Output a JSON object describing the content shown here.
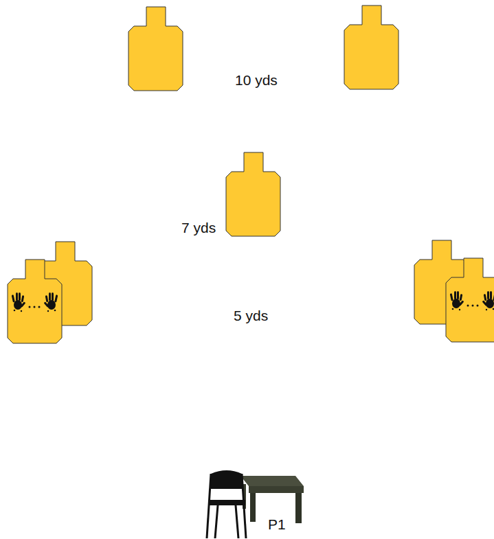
{
  "diagram": {
    "labels": [
      "10 yds",
      "7 yds",
      "5 yds",
      "P1"
    ]
  }
}
